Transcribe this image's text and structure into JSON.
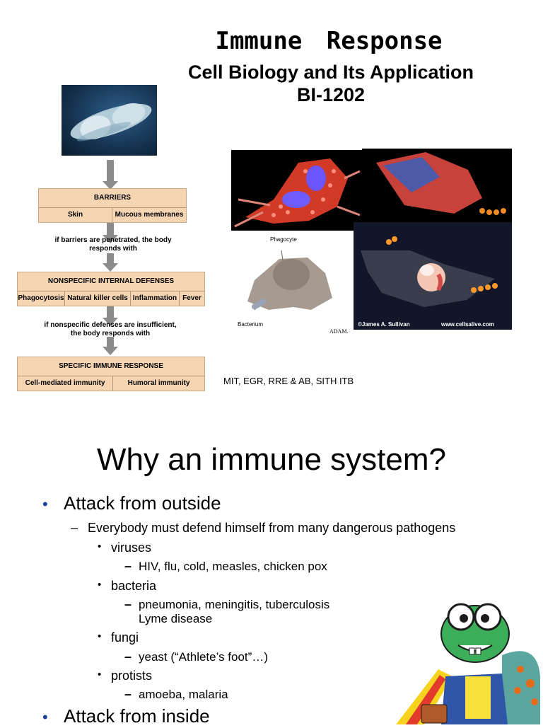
{
  "slide1": {
    "title": "Immune  Response",
    "subtitle_line1": "Cell Biology and Its Application",
    "subtitle_line2": "BI-1202",
    "flow": {
      "barriers": {
        "header": "BARRIERS",
        "items": [
          "Skin",
          "Mucous membranes"
        ]
      },
      "note1": [
        "if barriers are penetrated, the body",
        "responds with"
      ],
      "nonspecific": {
        "header": "NONSPECIFIC INTERNAL DEFENSES",
        "items": [
          "Phagocytosis",
          "Natural killer cells",
          "Inflammation",
          "Fever"
        ]
      },
      "note2": [
        "if nonspecific defenses are insufficient,",
        "the body responds with"
      ],
      "specific": {
        "header": "SPECIFIC IMMUNE RESPONSE",
        "items": [
          "Cell-mediated immunity",
          "Humoral immunity"
        ]
      }
    },
    "labels": {
      "phagocyte": "Phagocyte",
      "bacterium": "Bacterium",
      "adam": "ADAM.",
      "credit_left": "©James A. Sullivan",
      "credit_right": "www.cellsalive.com"
    },
    "footer": "MIT, EGR, RRE & AB, SITH ITB"
  },
  "slide2": {
    "title": "Why an immune system?",
    "bullet1": "Attack from outside",
    "sub1": "Everybody must defend himself from many dangerous pathogens",
    "viruses": "viruses",
    "viruses_ex": "HIV, flu, cold, measles, chicken pox",
    "bacteria": "bacteria",
    "bacteria_ex1": "pneumonia, meningitis, tuberculosis",
    "bacteria_ex2": "Lyme disease",
    "fungi": "fungi",
    "fungi_ex": "yeast (“Athlete’s foot”…)",
    "protists": "protists",
    "protists_ex": "amoeba, malaria",
    "bullet2": "Attack from inside"
  },
  "colors": {
    "flow_box": "#f6d5b3",
    "arrow": "#8c8c8c",
    "bullet_blue": "#1f3f9f"
  }
}
